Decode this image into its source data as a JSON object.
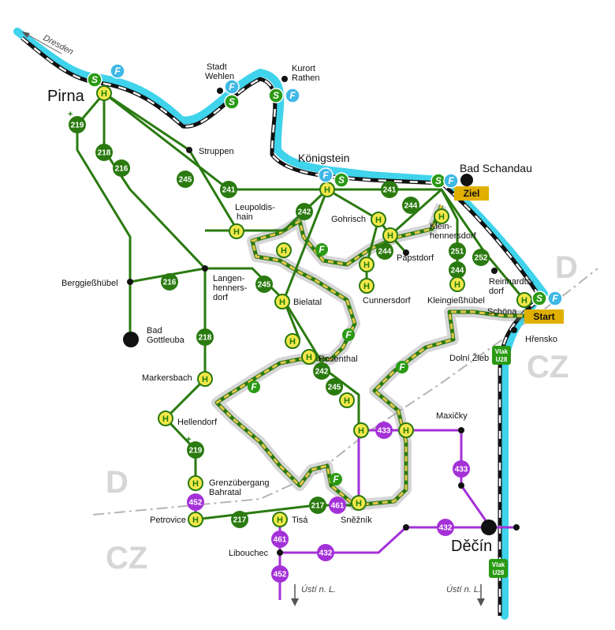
{
  "colors": {
    "river": "#3fd3ec",
    "bus": "#2a7a10",
    "bus_purple": "#a431d8",
    "ferry": "#3fb8e6",
    "trail_fill": "#e7c64e",
    "badge": "#e0b000"
  },
  "directions": {
    "dresden": "Dresden",
    "usti_left": "Ústí n. L.",
    "usti_right": "Ústí n. L."
  },
  "countries": {
    "d_top": "D",
    "cz_top": "CZ",
    "d_bottom": "D",
    "cz_bottom": "CZ"
  },
  "badges": {
    "ziel": "Ziel",
    "start": "Start"
  },
  "vlak": {
    "label": "Vlak",
    "line": "U28"
  },
  "icons": {
    "stop": "H",
    "s_bahn": "S",
    "ferry": "F",
    "plus": "+"
  },
  "places": {
    "pirna": "Pirna",
    "stadt_wehlen_1": "Stadt",
    "stadt_wehlen_2": "Wehlen",
    "kurort_rathen_1": "Kurort",
    "kurort_rathen_2": "Rathen",
    "struppen": "Struppen",
    "koenigstein": "Königstein",
    "bad_schandau": "Bad Schandau",
    "leupoldishain_1": "Leupoldis-",
    "leupoldishain_2": "hain",
    "gohrisch": "Gohrisch",
    "kleinhennersdorf_1": "Klein-",
    "kleinhennersdorf_2": "hennersdorf",
    "papstdorf": "Papstdorf",
    "reinhardtsdorf_1": "Reinhardts-",
    "reinhardtsdorf_2": "dorf",
    "berggiesshuebel": "Berggießhübel",
    "langenhennersdorf_1": "Langen-",
    "langenhennersdorf_2": "henners-",
    "langenhennersdorf_3": "dorf",
    "bielatal": "Bielatal",
    "cunnersdorf": "Cunnersdorf",
    "kleingiesshuebel": "Kleingießhübel",
    "schoena": "Schöna",
    "bad_gottleuba_1": "Bad",
    "bad_gottleuba_2": "Gottleuba",
    "hrensko": "Hřensko",
    "rosenthal": "Rosenthal",
    "markersbach": "Markersbach",
    "dolni_zleb": "Dolní Žleb",
    "hellendorf": "Hellendorf",
    "maxicky": "Maxičky",
    "grenzuebergang_1": "Grenzübergang",
    "grenzuebergang_2": "Bahratal",
    "petrovice": "Petrovice",
    "tisa": "Tisá",
    "sneznik": "Sněžník",
    "libouchec": "Libouchec",
    "decin": "Děčín"
  },
  "routes": {
    "r219a": "219",
    "r218": "218",
    "r216a": "216",
    "r245a": "245",
    "r241a": "241",
    "r241b": "241",
    "r242": "242",
    "r244a": "244",
    "r244b": "244",
    "r244c": "244",
    "r251": "251",
    "r252": "252",
    "r216b": "216",
    "r245b": "245",
    "r218b": "218",
    "r242b": "242",
    "r245c": "245",
    "r219b": "219",
    "r452a": "452",
    "r217a": "217",
    "r217b": "217",
    "r461a": "461",
    "r433a": "433",
    "r433b": "433",
    "r432a": "432",
    "r432b": "432",
    "r461b": "461",
    "r452b": "452"
  }
}
